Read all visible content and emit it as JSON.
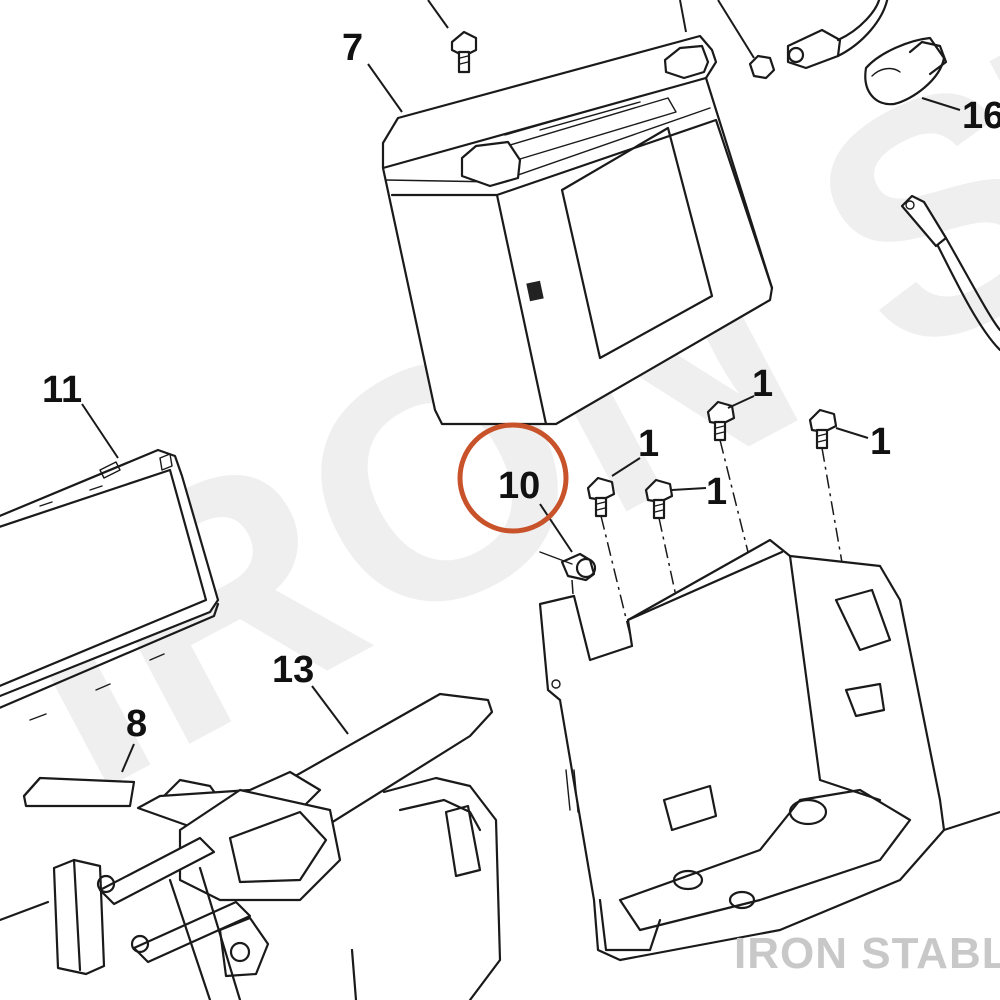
{
  "callouts": {
    "battery": "7",
    "terminal_cover": "16",
    "electronics_tray": "11",
    "screw_a": "1",
    "screw_b": "1",
    "screw_c": "1",
    "screw_d": "1",
    "fastener_highlighted": "10",
    "battery_strap": "13",
    "pad": "8"
  },
  "brand": {
    "logo_text": "IRON STABLE",
    "watermark_text": "IRON STABLE"
  },
  "colors": {
    "highlight_ring": "#c8522a",
    "line_art": "#1a1a1a",
    "watermark": "#efefef",
    "brand_text": "#c8c8c8"
  }
}
